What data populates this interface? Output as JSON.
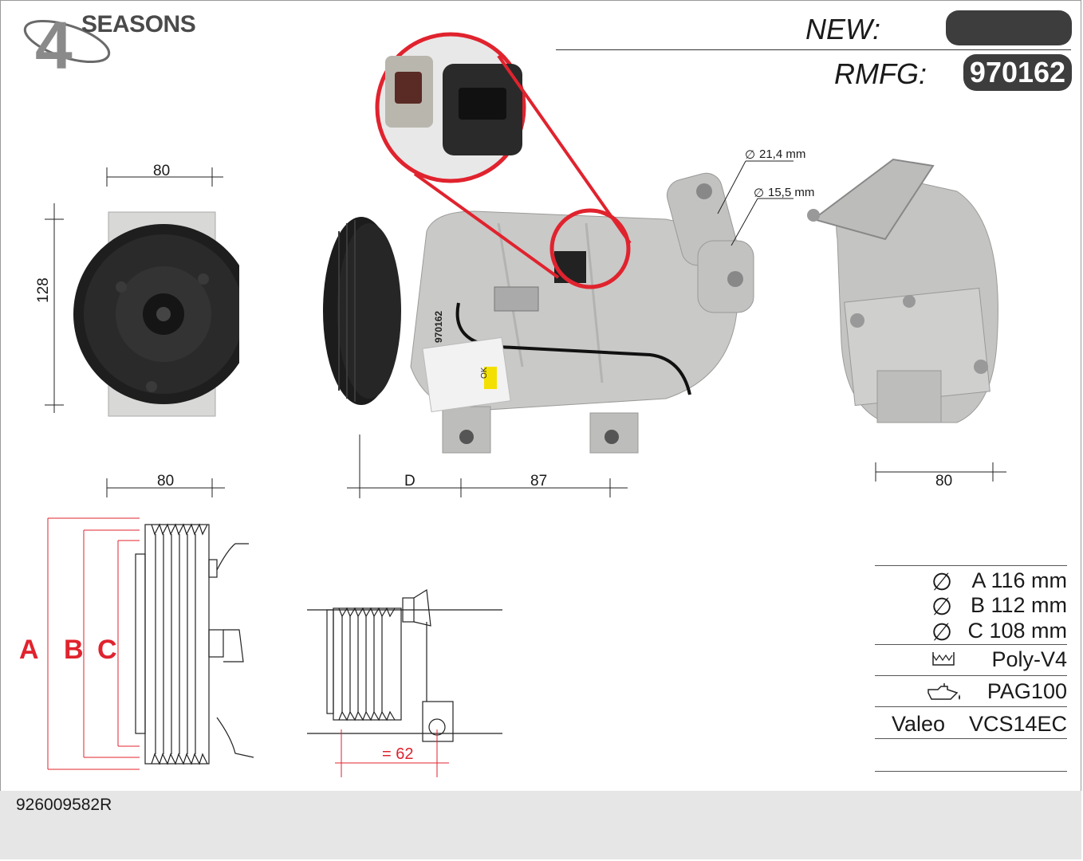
{
  "brand": {
    "name": "SEASONS",
    "mark": "4"
  },
  "header": {
    "new_label": "NEW:",
    "new_value": "",
    "rmfg_label": "RMFG:",
    "rmfg_value": "970162"
  },
  "dimensions": {
    "front_top_width": "80",
    "front_height": "128",
    "front_bottom_width": "80",
    "side_d": "D",
    "side_length": "87",
    "rear_width": "80",
    "port_large": "21,4 mm",
    "port_small": "15,5 mm",
    "pulley_offset": "= 62"
  },
  "pulley_labels": {
    "a": "A",
    "b": "B",
    "c": "C"
  },
  "specs": {
    "a": "A 116 mm",
    "b": "B 112 mm",
    "c": "C 108 mm",
    "belt": "Poly-V4",
    "oil": "PAG100",
    "maker": "Valeo",
    "model": "VCS14EC"
  },
  "label_on_part": {
    "code": "970162",
    "ok": "OK"
  },
  "footer": {
    "oem": "926009582R"
  },
  "colors": {
    "accent_red": "#e0232e",
    "pill": "#3d3d3d",
    "footer_bg": "#e6e6e6"
  },
  "icons": [
    "diameter-icon",
    "belt-icon",
    "oil-can-icon"
  ]
}
